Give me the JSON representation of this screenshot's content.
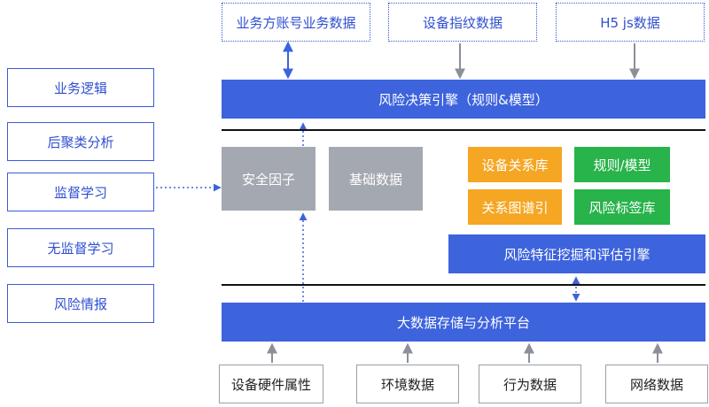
{
  "top_sources": [
    "业务方账号业务数据",
    "设备指纹数据",
    "H5 js数据"
  ],
  "engine": "风险决策引擎（规则&模型）",
  "left_items": [
    "业务逻辑",
    "后聚类分析",
    "监督学习",
    "无监督学习",
    "风险情报"
  ],
  "middle": {
    "security_factor": "安全因子",
    "base_data": "基础数据",
    "device_relation_lib": "设备关系库",
    "rules_models": "规则/模型",
    "relation_graph_index": "关系图谱引",
    "risk_tag_lib": "风险标签库",
    "feature_engine": "风险特征挖掘和评估引擎"
  },
  "platform": "大数据存储与分析平台",
  "bottom_sources": [
    "设备硬件属性",
    "环境数据",
    "行为数据",
    "网络数据"
  ],
  "colors": {
    "primary_blue": "#3d63dd",
    "gray": "#a4a8b0",
    "orange": "#f5a623",
    "green": "#28b34b"
  }
}
